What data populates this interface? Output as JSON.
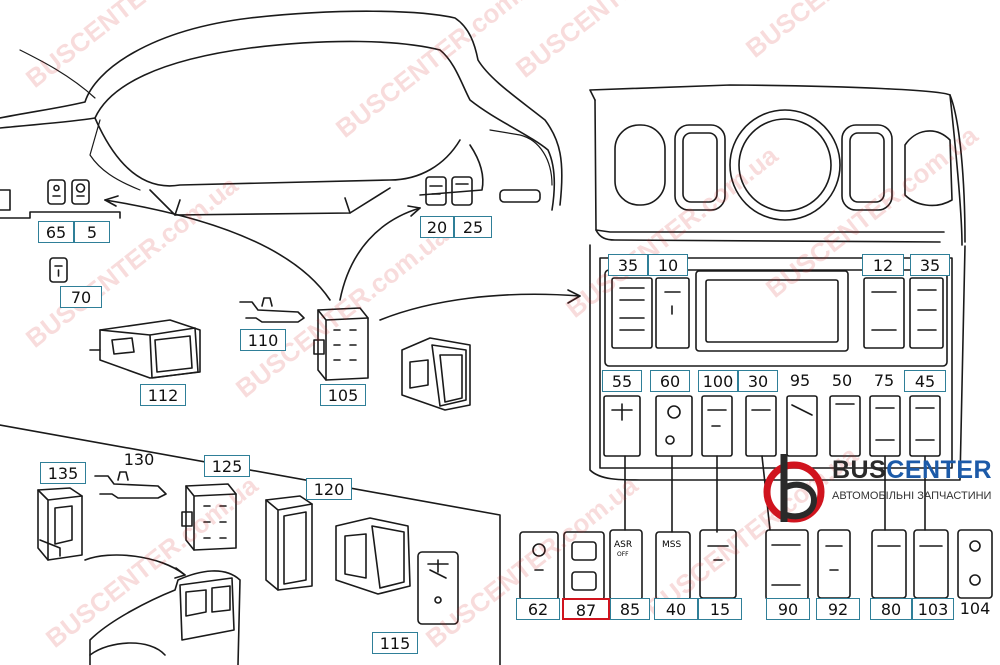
{
  "watermark": {
    "text": "BUSCENTER.com.ua"
  },
  "logo": {
    "name_part1": "BUS",
    "name_part2": "CENTER",
    "tagline": "АВТОМОБІЛЬНІ ЗАПЧАСТИНИ",
    "accent_color": "#1c5aa8",
    "ring_color": "#d0141e"
  },
  "colors": {
    "callout_border": "#2f7f98",
    "highlight_border": "#d0141e",
    "line": "#1a1a1a"
  },
  "callouts": {
    "c65": "65",
    "c5": "5",
    "c70": "70",
    "c20": "20",
    "c25": "25",
    "c110": "110",
    "c105": "105",
    "c112": "112",
    "c35a": "35",
    "c10": "10",
    "c12": "12",
    "c35b": "35",
    "c55": "55",
    "c60": "60",
    "c100": "100",
    "c30": "30",
    "c95": "95",
    "c50": "50",
    "c75": "75",
    "c45": "45",
    "c135": "135",
    "c130": "130",
    "c125": "125",
    "c120": "120",
    "c115": "115",
    "c62": "62",
    "c87": "87",
    "c85": "85",
    "c40": "40",
    "c15": "15",
    "c90": "90",
    "c92": "92",
    "c80": "80",
    "c103": "103",
    "c104": "104"
  },
  "switch_labels": {
    "asr": "ASR",
    "asr_off": "OFF",
    "mss": "MSS"
  }
}
